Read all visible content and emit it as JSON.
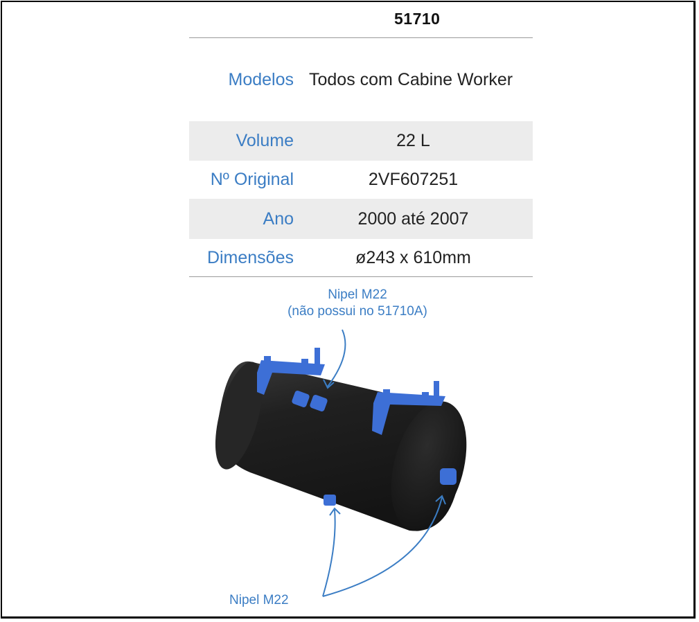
{
  "product": {
    "code": "51710"
  },
  "specs": [
    {
      "label": "Modelos",
      "value": "Todos com Cabine Worker"
    },
    {
      "label": "Volume",
      "value": "22 L"
    },
    {
      "label": "Nº Original",
      "value": "2VF607251"
    },
    {
      "label": "Ano",
      "value": "2000 até 2007"
    },
    {
      "label": "Dimensões",
      "value": "ø243 x 610mm"
    }
  ],
  "figure": {
    "callout_top_line1": "Nipel M22",
    "callout_top_line2": "(não possui no 51710A)",
    "callout_bottom": "Nipel M22"
  },
  "colors": {
    "label": "#3b7dc4",
    "fitting": "#3d6fd6",
    "tank": "#1c1c1c",
    "stripe": "#ececec"
  }
}
